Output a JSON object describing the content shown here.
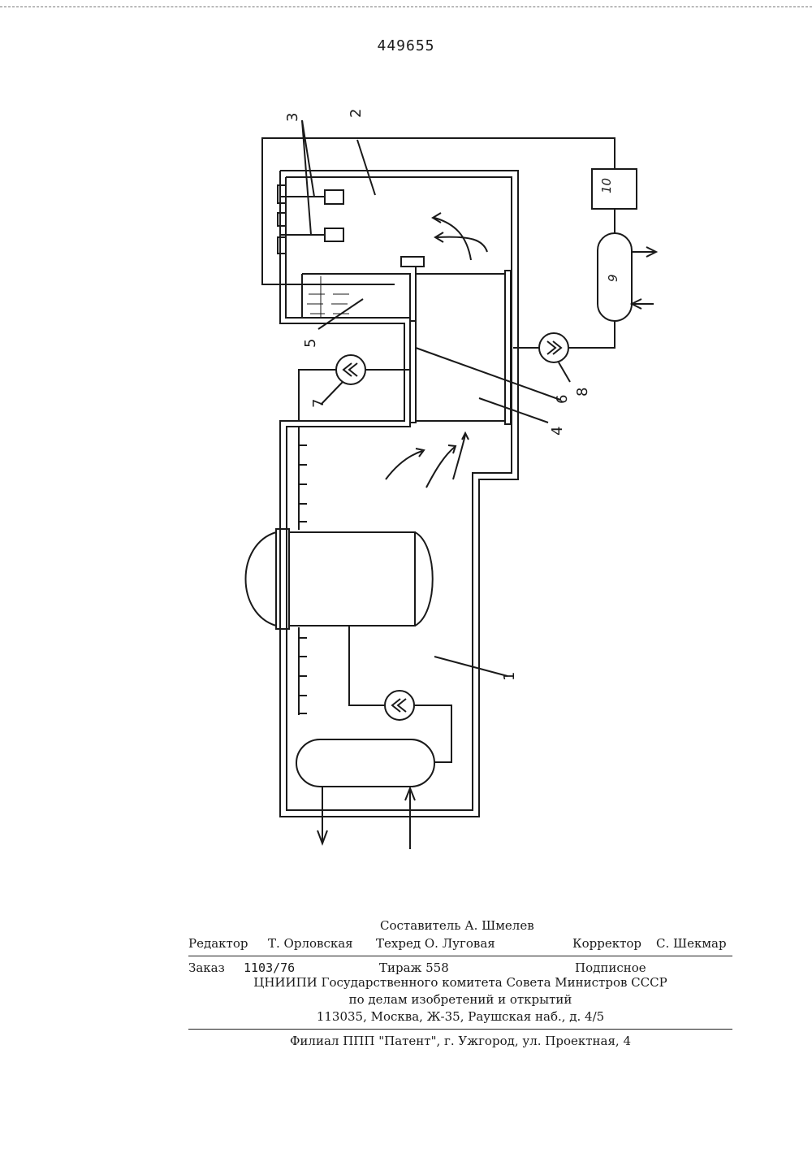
{
  "patent_number": "449655",
  "figure_labels": {
    "l1": "1",
    "l2": "2",
    "l3": "3",
    "l4": "4",
    "l5": "5",
    "l6": "6",
    "l7": "7",
    "l8": "8",
    "l9": "9",
    "l10": "10"
  },
  "imprint": {
    "composer": "Составитель А. Шмелев",
    "editor_label": "Редактор",
    "editor": "Т. Орловская",
    "techred": "Техред О. Луговая",
    "corrector_label": "Корректор",
    "corrector": "С. Шекмар",
    "order_label": "Заказ",
    "order": "1103/76",
    "print_run": "Тираж 558",
    "subscription": "Подписное",
    "org_line1": "ЦНИИПИ Государственного комитета Совета Министров СССР",
    "org_line2": "по делам изобретений и открытий",
    "address": "113035, Москва, Ж-35, Раушская наб., д. 4/5",
    "branch": "Филиал ППП \"Патент\", г. Ужгород, ул. Проектная, 4"
  }
}
